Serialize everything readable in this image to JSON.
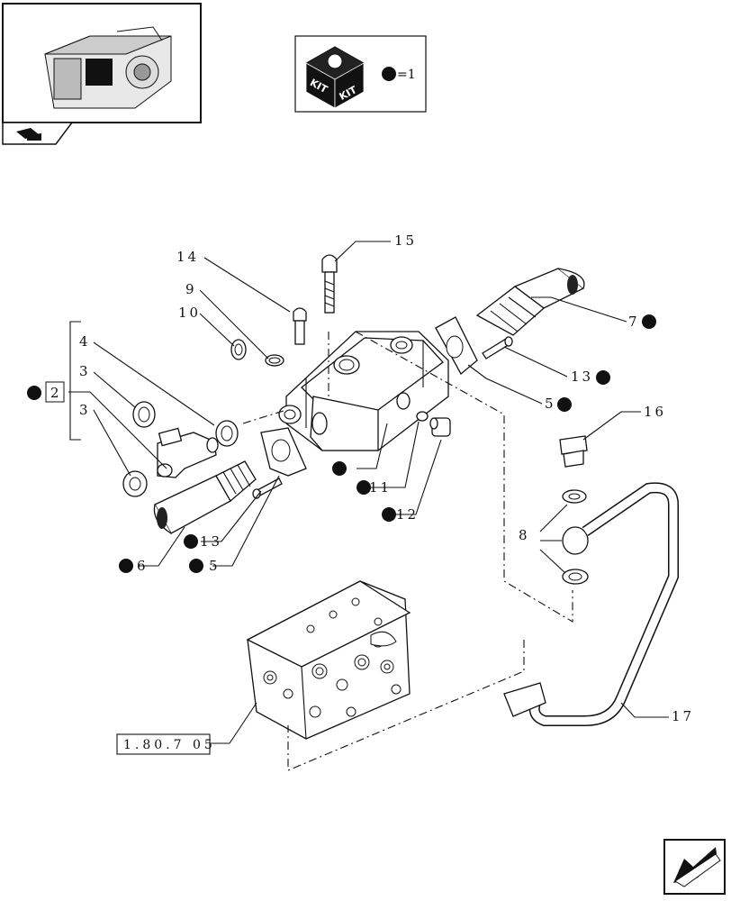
{
  "kit_legend": {
    "box_text_1": "KIT",
    "box_text_2": "KIT",
    "equals_text": "=1"
  },
  "reference_label": "1.80.7 05",
  "callouts": [
    {
      "id": "c14",
      "text": "14",
      "kit": false
    },
    {
      "id": "c15",
      "text": "15",
      "kit": false
    },
    {
      "id": "c9",
      "text": "9",
      "kit": false
    },
    {
      "id": "c10",
      "text": "10",
      "kit": false
    },
    {
      "id": "c4",
      "text": "4",
      "kit": false
    },
    {
      "id": "c3a",
      "text": "3",
      "kit": false
    },
    {
      "id": "c3b",
      "text": "3",
      "kit": false
    },
    {
      "id": "c2",
      "text": "2",
      "kit": true,
      "boxed": true
    },
    {
      "id": "c7",
      "text": "7",
      "kit": true
    },
    {
      "id": "c13r",
      "text": "13",
      "kit": true
    },
    {
      "id": "c5r",
      "text": "5",
      "kit": true
    },
    {
      "id": "c16",
      "text": "16",
      "kit": false
    },
    {
      "id": "c8",
      "text": "8",
      "kit": false
    },
    {
      "id": "c17",
      "text": "17",
      "kit": false
    },
    {
      "id": "c1",
      "text": "",
      "kit": true
    },
    {
      "id": "c11",
      "text": "11",
      "kit": true
    },
    {
      "id": "c12",
      "text": "12",
      "kit": true
    },
    {
      "id": "c13l",
      "text": "13",
      "kit": true
    },
    {
      "id": "c6",
      "text": "6",
      "kit": true
    },
    {
      "id": "c5l",
      "text": "5",
      "kit": true
    }
  ],
  "icons": {
    "thumbnail": "transmission-housing-thumbnail",
    "kit_box": "kit-box-icon",
    "nav_arrow": "next-page-arrow-icon",
    "nav_tab": "prev-page-tab-icon"
  },
  "colors": {
    "ink": "#111111",
    "background": "#ffffff"
  }
}
